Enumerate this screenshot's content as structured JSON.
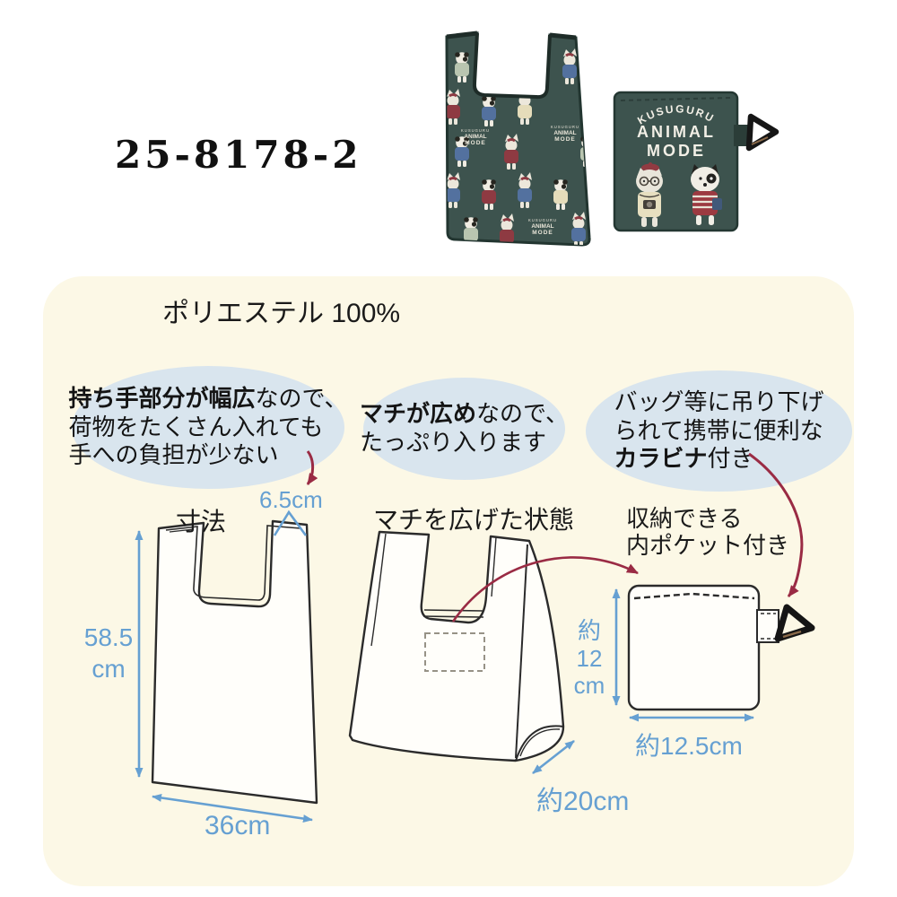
{
  "product_code": "25-8178-2",
  "brand": {
    "word1": "KUSUGURU",
    "word2": "ANIMAL",
    "word3": "MODE"
  },
  "panel": {
    "material": "ポリエステル 100%",
    "callout_handle": {
      "bold": "持ち手部分が幅広",
      "tail": "なので、",
      "line2": "荷物をたくさん入れても",
      "line3": "手への負担が少ない"
    },
    "callout_gusset": {
      "bold": "マチが広め",
      "tail": "なので、",
      "line2": "たっぷり入ります"
    },
    "callout_carabiner": {
      "line1": "バッグ等に吊り下げ",
      "line2": "られて携帯に便利な",
      "bold": "カラビナ",
      "tail": "付き"
    },
    "flat_bag": {
      "label": "寸法",
      "handle_width": "6.5cm",
      "height_value": "58.5",
      "height_unit": "cm",
      "width": "36cm"
    },
    "open_bag": {
      "label": "マチを広げた状態",
      "depth": "約20cm"
    },
    "pouch": {
      "note_line1": "収納できる",
      "note_line2": "内ポケット付き",
      "height_approx": "約",
      "height_value": "12",
      "height_unit": "cm",
      "width": "約12.5cm"
    }
  },
  "colors": {
    "panel_bg": "#fcf8e6",
    "bubble_bg": "#d9e5ee",
    "dimension_blue": "#66a0d2",
    "arrow_red": "#9a2b44",
    "fabric_green": "#3d534e"
  }
}
